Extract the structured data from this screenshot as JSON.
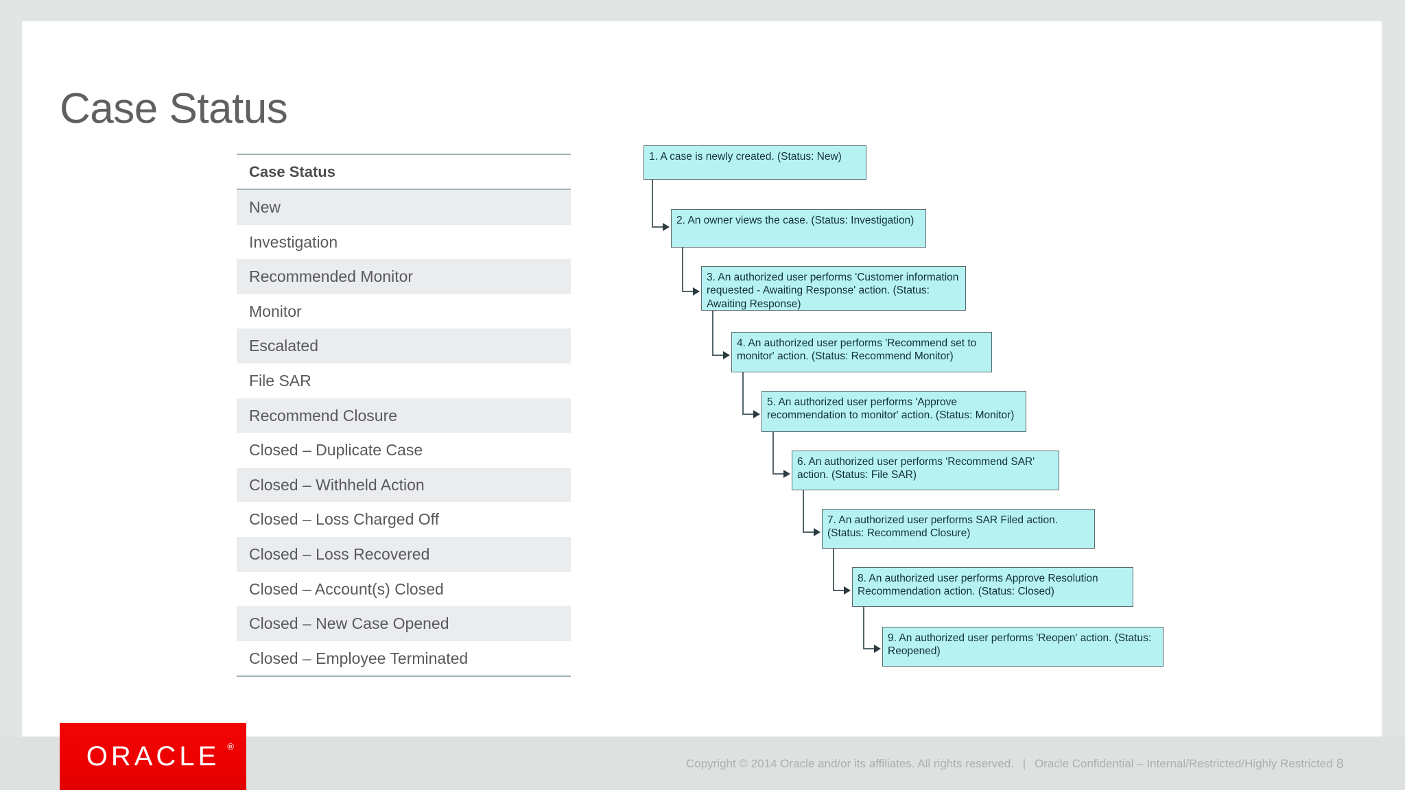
{
  "slide": {
    "title": "Case Status",
    "page_number": "8",
    "background_color": "#e1e5e4",
    "surface_color": "#ffffff"
  },
  "table": {
    "header": "Case Status",
    "rows": [
      "New",
      "Investigation",
      "Recommended Monitor",
      "Monitor",
      "Escalated",
      "File SAR",
      "Recommend Closure",
      "Closed – Duplicate Case",
      "Closed – Withheld Action",
      "Closed – Loss Charged Off",
      "Closed – Loss Recovered",
      "Closed – Account(s) Closed",
      "Closed – New Case Opened",
      "Closed – Employee Terminated"
    ],
    "rule_color": "#9fb3b6",
    "stripe_color": "#eaecee"
  },
  "diagram": {
    "box_fill": "#b6f2f2",
    "box_border": "#5a6a6e",
    "steps": [
      {
        "id": 1,
        "text": "1. A case is newly created. (Status: New)"
      },
      {
        "id": 2,
        "text": "2. An owner views the case. (Status: Investigation)"
      },
      {
        "id": 3,
        "text": "3. An authorized user performs 'Customer information requested - Awaiting Response' action. (Status: Awaiting Response)"
      },
      {
        "id": 4,
        "text": "4. An authorized user performs 'Recommend set to monitor' action. (Status: Recommend Monitor)"
      },
      {
        "id": 5,
        "text": "5. An authorized user performs 'Approve recommendation to monitor' action. (Status: Monitor)"
      },
      {
        "id": 6,
        "text": "6. An authorized user performs 'Recommend SAR' action. (Status: File SAR)"
      },
      {
        "id": 7,
        "text": "7. An authorized user performs SAR Filed action. (Status: Recommend Closure)"
      },
      {
        "id": 8,
        "text": "8. An authorized user performs Approve Resolution Recommendation action. (Status: Closed)"
      },
      {
        "id": 9,
        "text": "9. An authorized user performs 'Reopen' action. (Status: Reopened)"
      }
    ]
  },
  "footer": {
    "logo_text": "ORACLE",
    "logo_registered": "®",
    "logo_color": "#ee0000",
    "copyright": "Copyright © 2014 Oracle and/or its affiliates. All rights reserved.",
    "separator": "|",
    "confidentiality": "Oracle Confidential – Internal/Restricted/Highly Restricted",
    "band_color": "#dde2e1"
  }
}
